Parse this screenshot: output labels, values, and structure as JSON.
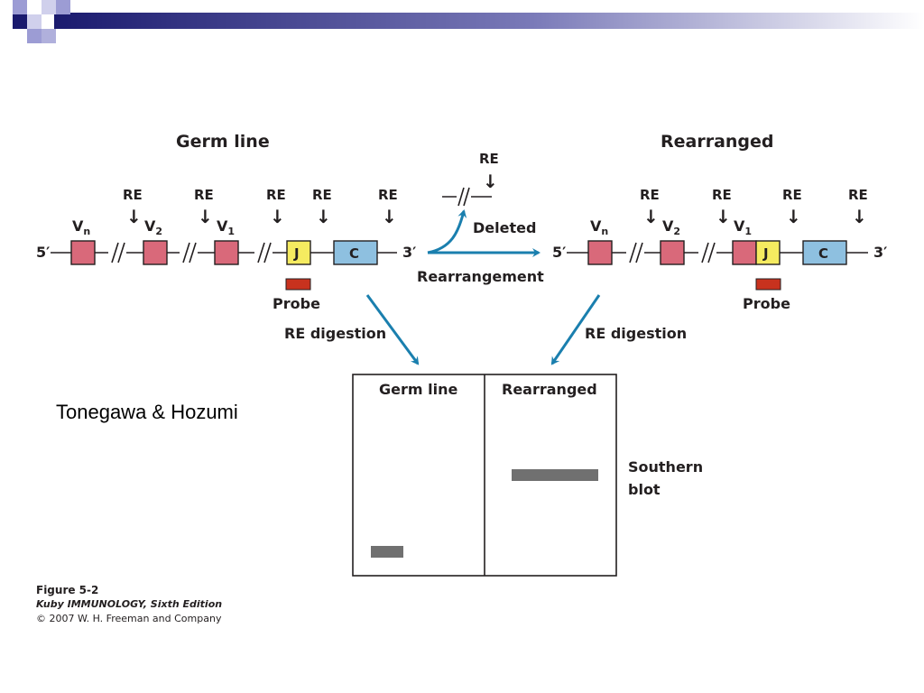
{
  "slide": {
    "caption": "Tonegawa & Hozumi",
    "accent_colors": {
      "strip_dark": "#1a1a6e",
      "strip_light": "#b0b0dc",
      "squares": "#9c9cd4"
    }
  },
  "figure": {
    "germline": {
      "title": "Germ line",
      "re_labels": [
        "RE",
        "RE",
        "RE",
        "RE",
        "RE"
      ],
      "segments": {
        "vn": "V",
        "vn_sub": "n",
        "v2": "V",
        "v2_sub": "2",
        "v1": "V",
        "v1_sub": "1",
        "j": "J",
        "c": "C"
      },
      "end5": "5′",
      "end3": "3′",
      "probe": "Probe",
      "digestion": "RE digestion"
    },
    "rearranged": {
      "title": "Rearranged",
      "re_labels": [
        "RE",
        "RE",
        "RE",
        "RE"
      ],
      "segments": {
        "vn": "V",
        "vn_sub": "n",
        "v2": "V",
        "v2_sub": "2",
        "v1": "V",
        "v1_sub": "1",
        "j": "J",
        "c": "C"
      },
      "end5": "5′",
      "end3": "3′",
      "probe": "Probe",
      "digestion": "RE digestion"
    },
    "middle": {
      "re": "RE",
      "deleted": "Deleted",
      "rearrangement": "Rearrangement"
    },
    "blot": {
      "lane1": "Germ line",
      "lane2": "Rearranged",
      "label_line1": "Southern",
      "label_line2": "blot"
    },
    "arrow_glyph": "↓",
    "colors": {
      "v_segment": "#d9697a",
      "j_segment": "#f5eb60",
      "c_segment": "#8ec0e0",
      "probe": "#c8321e",
      "arrow": "#1a7fae",
      "band": "#707070"
    }
  },
  "credit": {
    "figure_number": "Figure 5-2",
    "book": "Kuby IMMUNOLOGY, Sixth Edition",
    "copyright": "© 2007 W. H. Freeman and Company"
  }
}
